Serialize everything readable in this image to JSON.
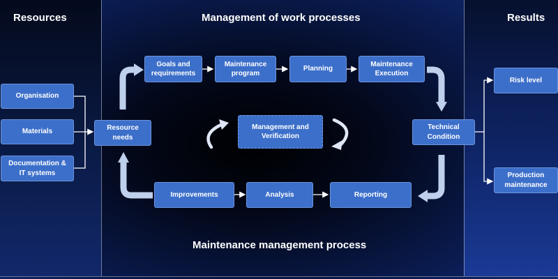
{
  "headings": {
    "resources": "Resources",
    "management": "Management of work processes",
    "results": "Results",
    "process": "Maintenance management process"
  },
  "boxes": {
    "organisation": "Organisation",
    "materials": "Materials",
    "documentation": "Documentation &\nIT systems",
    "resource_needs": "Resource\nneeds",
    "goals": "Goals and\nrequirements",
    "program": "Maintenance\nprogram",
    "planning": "Planning",
    "execution": "Maintenance\nExecution",
    "technical_condition": "Technical\nCondition",
    "management_verification": "Management and\nVerification",
    "improvements": "Improvements",
    "analysis": "Analysis",
    "reporting": "Reporting",
    "risk_level": "Risk level",
    "production": "Production\nmaintenance"
  },
  "colors": {
    "box_fill": "#3c6fca",
    "box_border": "#6d95dd",
    "flow_arrow": "#bfd0ec",
    "connector_line": "#ffffff"
  }
}
